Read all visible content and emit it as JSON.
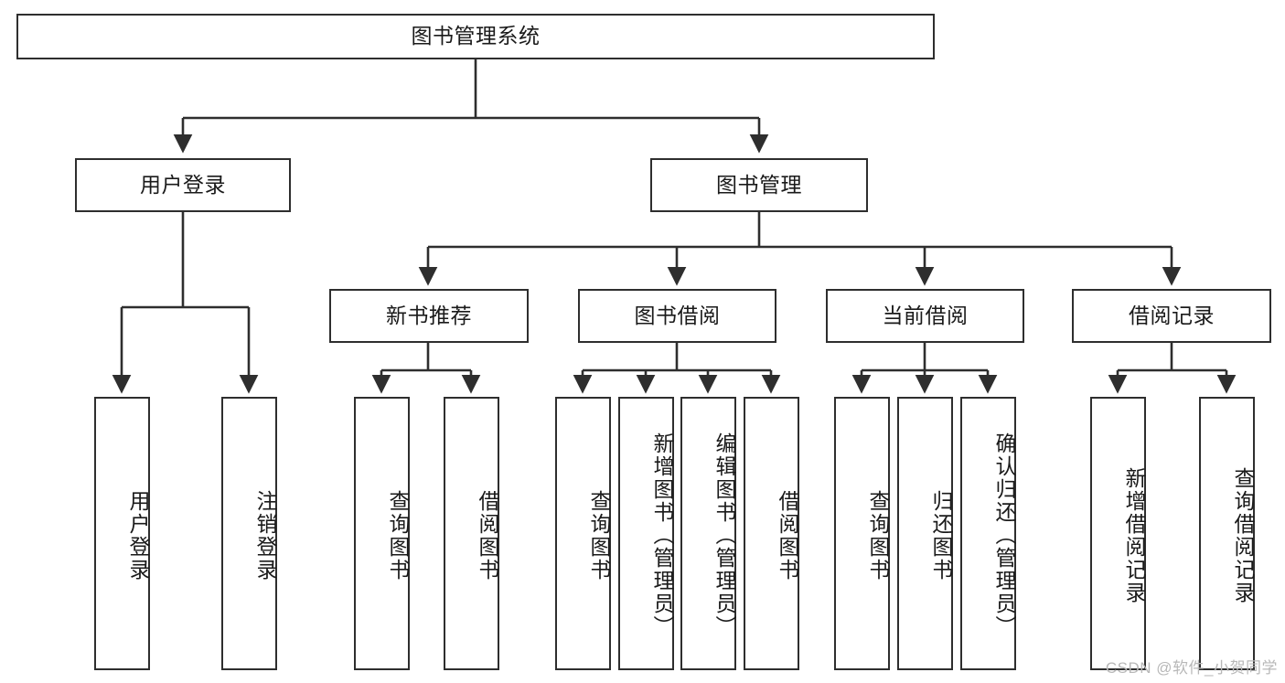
{
  "diagram": {
    "type": "tree",
    "title": "图书管理系统",
    "watermark": "CSDN @软件_小贺同学",
    "colors": {
      "background": "#ffffff",
      "stroke": "#2e2e2e",
      "text": "#1a1a1a",
      "watermark": "#b8b8b8"
    },
    "levels": {
      "root": {
        "label": "图书管理系统"
      },
      "modules": [
        {
          "label": "用户登录"
        },
        {
          "label": "图书管理"
        }
      ],
      "submodules": [
        {
          "label": "新书推荐"
        },
        {
          "label": "图书借阅"
        },
        {
          "label": "当前借阅"
        },
        {
          "label": "借阅记录"
        }
      ],
      "leaves": [
        {
          "label": "用户登录",
          "parent": "用户登录"
        },
        {
          "label": "注销登录",
          "parent": "用户登录"
        },
        {
          "label": "查询图书",
          "parent": "新书推荐"
        },
        {
          "label": "借阅图书",
          "parent": "新书推荐"
        },
        {
          "label": "查询图书",
          "parent": "图书借阅"
        },
        {
          "label": "新增图书（管理员）",
          "parent": "图书借阅"
        },
        {
          "label": "编辑图书（管理员）",
          "parent": "图书借阅"
        },
        {
          "label": "借阅图书",
          "parent": "图书借阅"
        },
        {
          "label": "查询图书",
          "parent": "当前借阅"
        },
        {
          "label": "归还图书",
          "parent": "当前借阅"
        },
        {
          "label": "确认归还（管理员）",
          "parent": "当前借阅"
        },
        {
          "label": "新增借阅记录",
          "parent": "借阅记录"
        },
        {
          "label": "查询借阅记录",
          "parent": "借阅记录"
        }
      ]
    }
  }
}
